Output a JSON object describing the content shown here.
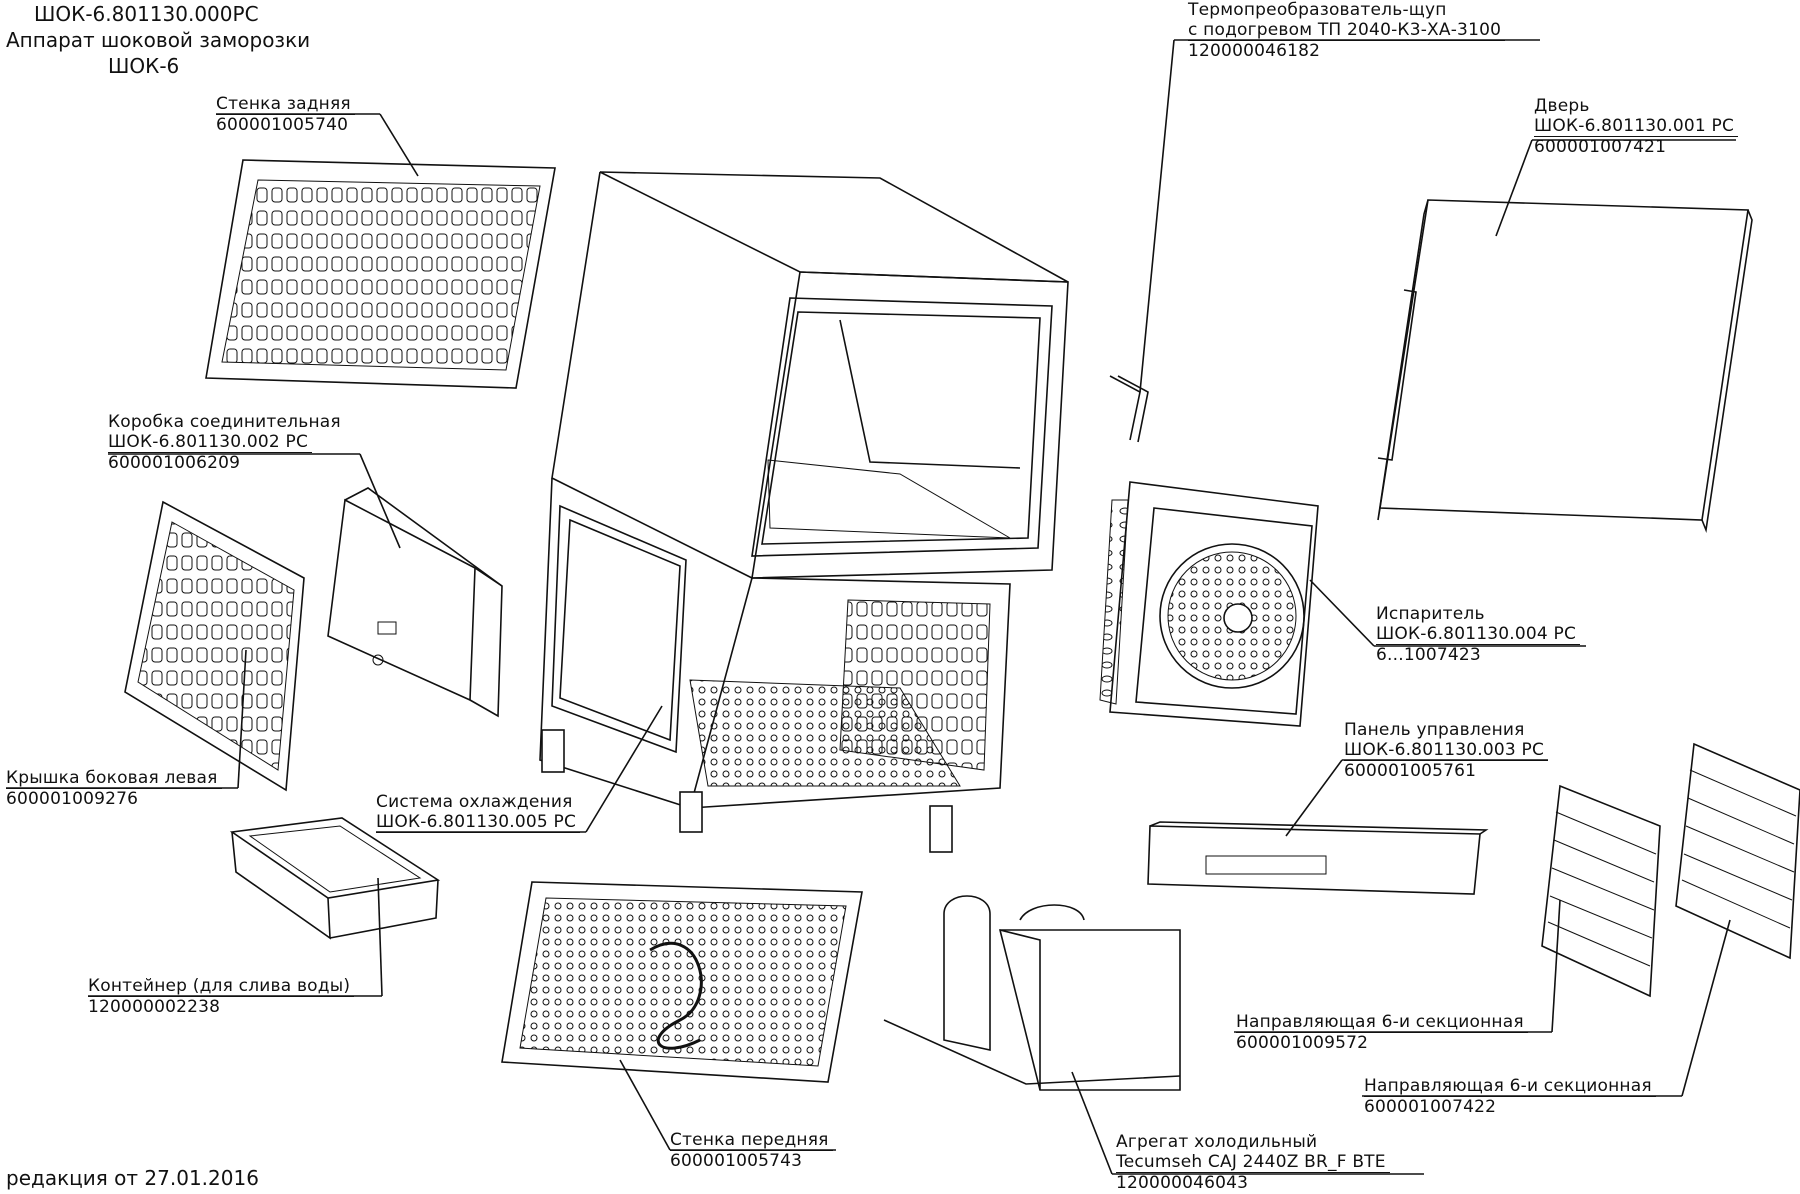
{
  "header": {
    "code": "ШОК-6.801130.000РС",
    "name_line1": "Аппарат шоковой заморозки",
    "name_line2": "ШОК-6"
  },
  "footer": {
    "revision": "редакция от 27.01.2016"
  },
  "parts": [
    {
      "id": "rear-wall",
      "lines": [
        "Стенка задняя",
        "600001005740"
      ]
    },
    {
      "id": "junction-box",
      "lines": [
        "Коробка соединительная",
        "ШОК-6.801130.002 РС",
        "600001006209"
      ]
    },
    {
      "id": "side-cover-left",
      "lines": [
        "Крышка боковая левая",
        "600001009276"
      ]
    },
    {
      "id": "cooling-system",
      "lines": [
        "Система охлаждения",
        "ШОК-6.801130.005 РС"
      ]
    },
    {
      "id": "container",
      "lines": [
        "Контейнер (для слива воды)",
        "120000002238"
      ]
    },
    {
      "id": "front-wall",
      "lines": [
        "Стенка передняя",
        "600001005743"
      ]
    },
    {
      "id": "refrigeration-unit",
      "lines": [
        "Агрегат холодильный",
        "Tecumseh CAJ 2440Z BR_F BTE",
        "120000046043"
      ]
    },
    {
      "id": "probe",
      "lines": [
        "Термопреобразователь-щуп",
        "с подогревом ТП 2040-К3-ХА-3100",
        "120000046182"
      ]
    },
    {
      "id": "door",
      "lines": [
        "Дверь",
        "ШОК-6.801130.001 РС",
        "600001007421"
      ]
    },
    {
      "id": "evaporator",
      "lines": [
        "Испаритель",
        "ШОК-6.801130.004 РС",
        "6...1007423"
      ]
    },
    {
      "id": "control-panel",
      "lines": [
        "Панель управления",
        "ШОК-6.801130.003 РС",
        "600001005761"
      ]
    },
    {
      "id": "guide-1",
      "lines": [
        "Направляющая 6-и секционная",
        "600001009572"
      ]
    },
    {
      "id": "guide-2",
      "lines": [
        "Направляющая 6-и секционная",
        "600001007422"
      ]
    }
  ]
}
